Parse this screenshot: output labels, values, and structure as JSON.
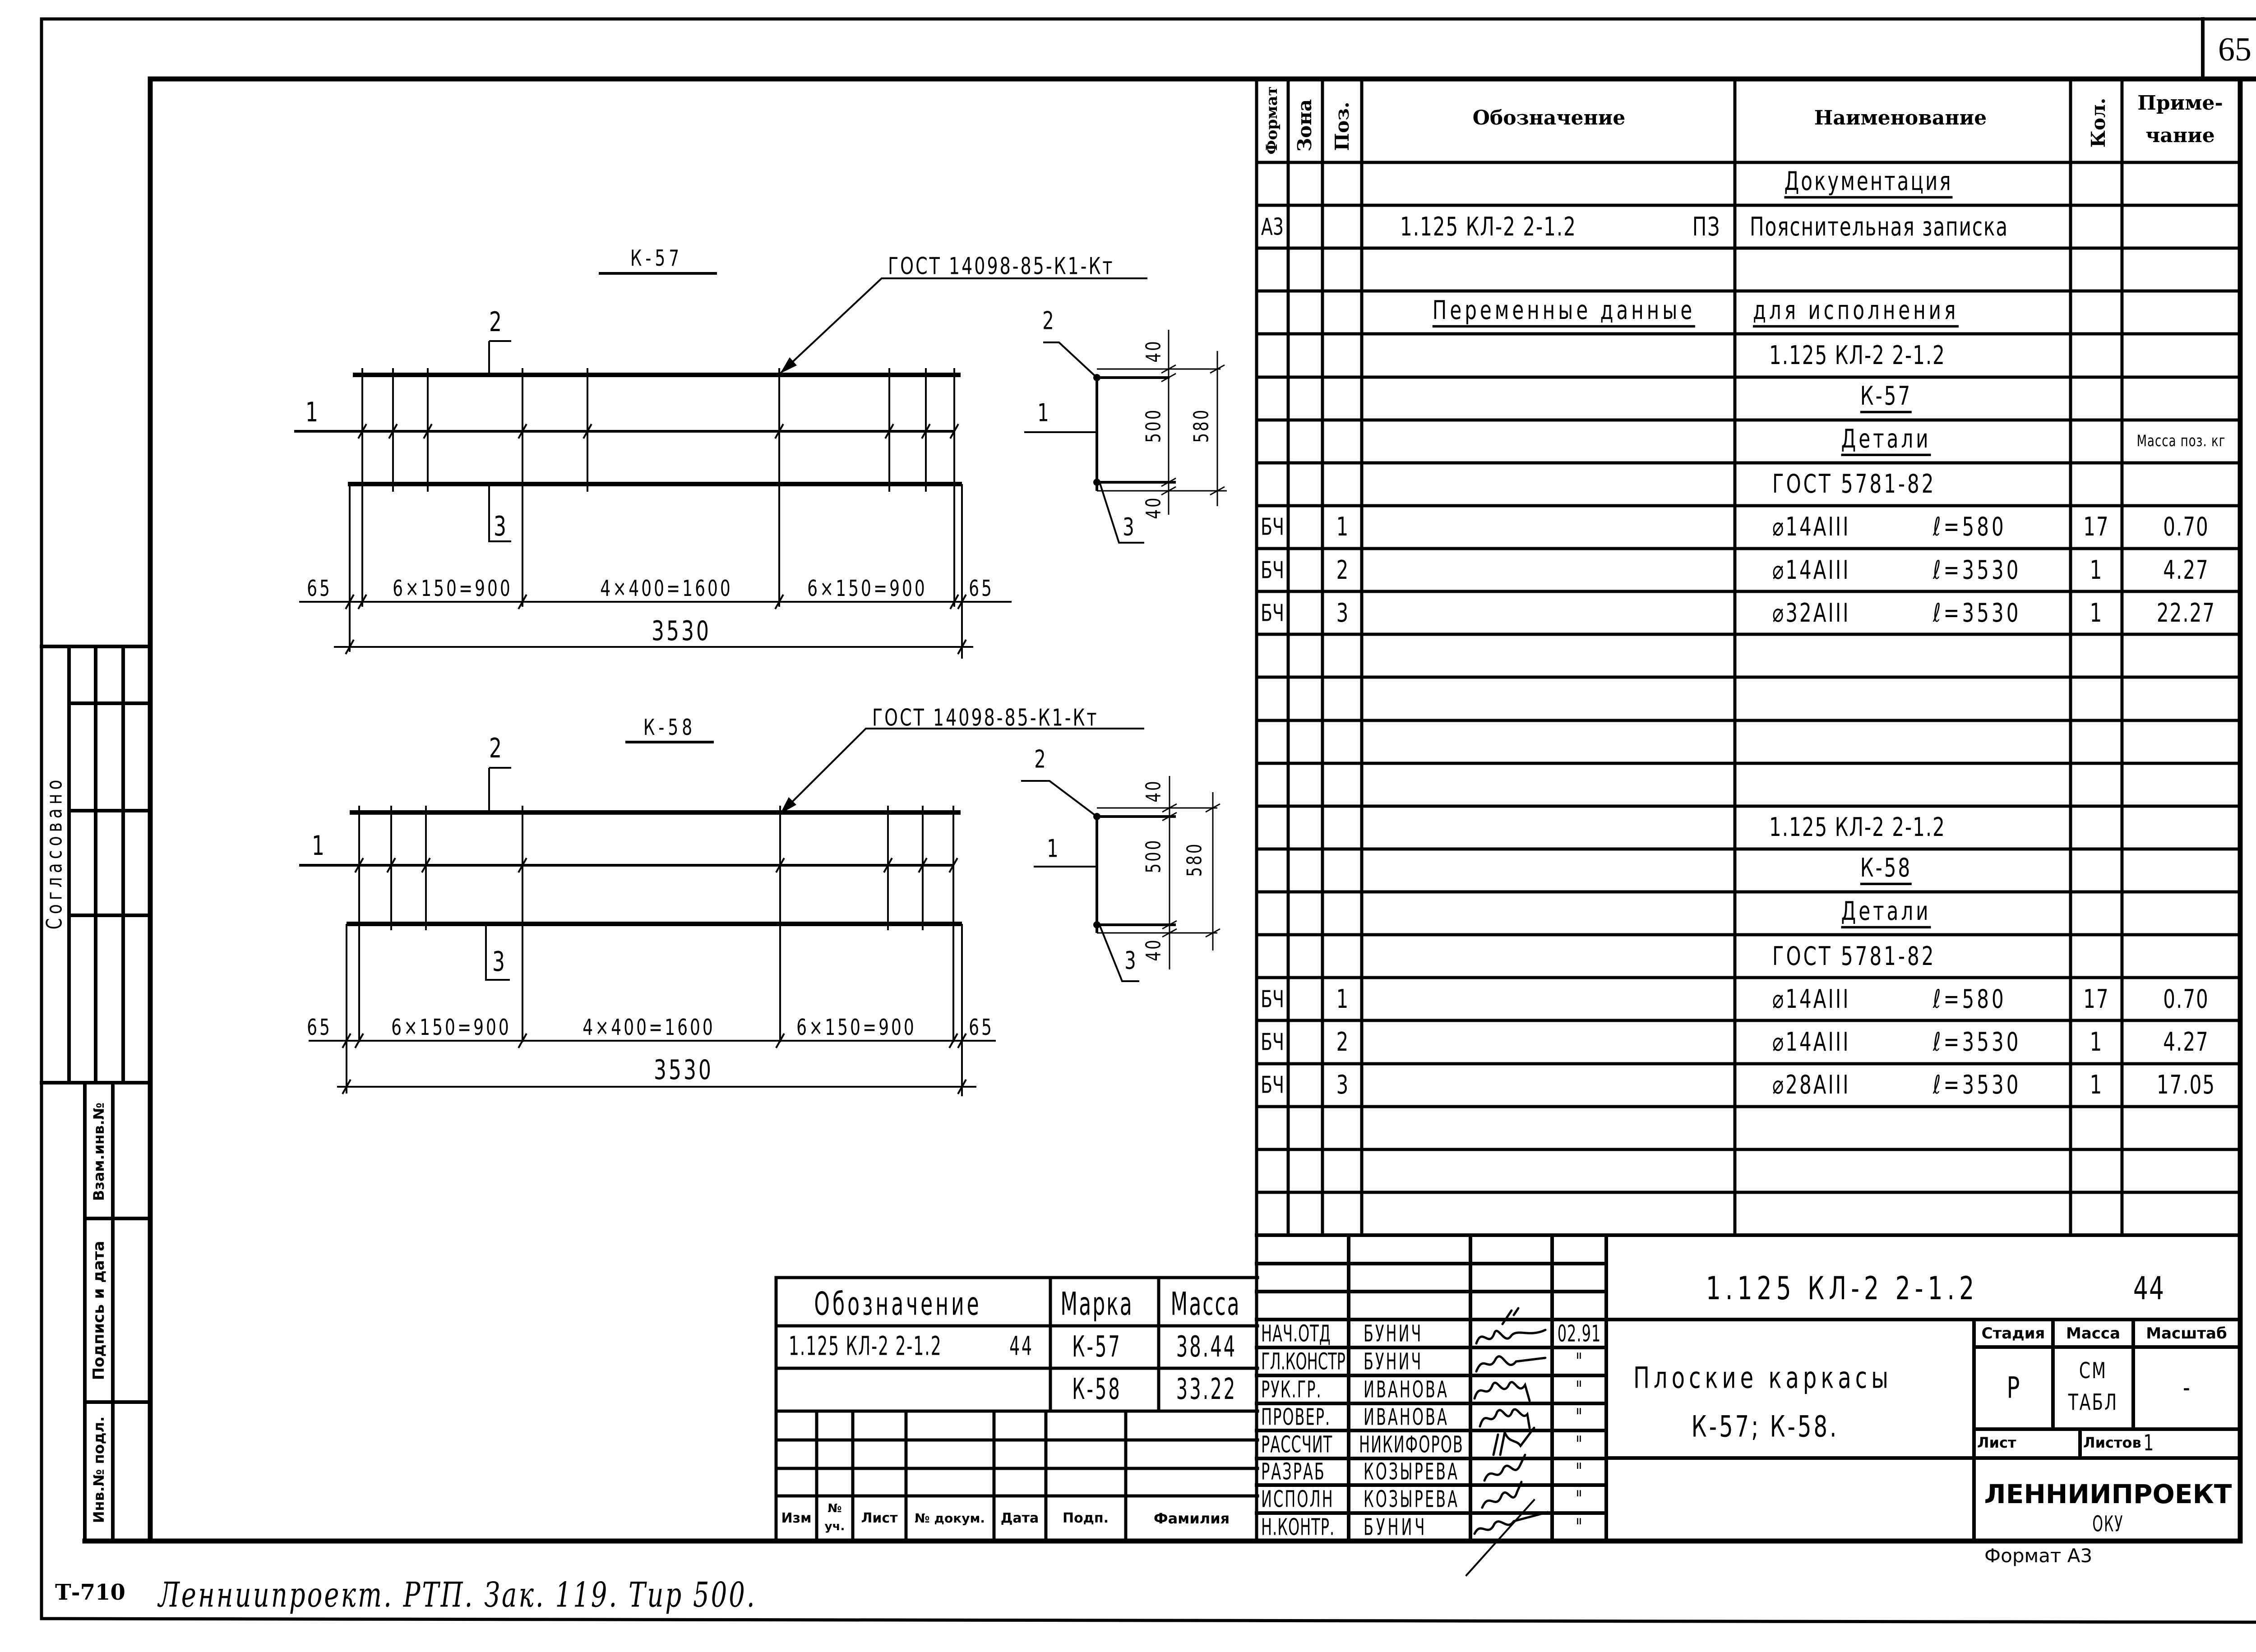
{
  "page_number": "65",
  "drawings": {
    "k57": {
      "title": "К-57",
      "weld_note": "ГОСТ 14098-85-К1-Кт",
      "elevation": {
        "pos_top": "2",
        "pos_middle": "1",
        "pos_bottom": "3",
        "dims": [
          "65",
          "6×150=900",
          "4×400=1600",
          "6×150=900",
          "65"
        ],
        "overall": "3530"
      },
      "section": {
        "pos_top": "2",
        "pos_middle": "1",
        "pos_bottom": "3",
        "cover_top": "40",
        "inner": "500",
        "overall": "580",
        "cover_bottom": "40"
      }
    },
    "k58": {
      "title": "К-58",
      "weld_note": "ГОСТ 14098-85-К1-Кт",
      "elevation": {
        "pos_top": "2",
        "pos_middle": "1",
        "pos_bottom": "3",
        "dims": [
          "65",
          "6×150=900",
          "4×400=1600",
          "6×150=900",
          "65"
        ],
        "overall": "3530"
      },
      "section": {
        "pos_top": "2",
        "pos_middle": "1",
        "pos_bottom": "3",
        "cover_top": "40",
        "inner": "500",
        "overall": "580",
        "cover_bottom": "40"
      }
    }
  },
  "spec_table": {
    "headers": {
      "format": "Формат",
      "zone": "Зона",
      "pos": "Поз.",
      "designation": "Обозначение",
      "name": "Наименование",
      "qty": "Кол.",
      "note_line1": "Приме-",
      "note_line2": "чание"
    },
    "rows": [
      {
        "name": "Документация"
      },
      {
        "format": "А3",
        "designation": "1.125 КЛ-2 2-1.2",
        "doc_code": "ПЗ",
        "name": "Пояснительная записка"
      },
      {},
      {
        "designation": "Переменные данные",
        "name": "для исполнения"
      },
      {
        "name": "1.125 КЛ-2 2-1.2"
      },
      {
        "name": "К-57"
      },
      {
        "name": "Детали",
        "note": "Масса поз. кг"
      },
      {
        "name": "ГОСТ 5781-82"
      },
      {
        "format": "БЧ",
        "pos": "1",
        "name": "⌀14АIII",
        "length": "ℓ=580",
        "qty": "17",
        "note": "0.70"
      },
      {
        "format": "БЧ",
        "pos": "2",
        "name": "⌀14АIII",
        "length": "ℓ=3530",
        "qty": "1",
        "note": "4.27"
      },
      {
        "format": "БЧ",
        "pos": "3",
        "name": "⌀32АIII",
        "length": "ℓ=3530",
        "qty": "1",
        "note": "22.27"
      },
      {},
      {},
      {},
      {},
      {
        "name": "1.125 КЛ-2 2-1.2"
      },
      {
        "name": "К-58"
      },
      {
        "name": "Детали"
      },
      {
        "name": "ГОСТ 5781-82"
      },
      {
        "format": "БЧ",
        "pos": "1",
        "name": "⌀14АIII",
        "length": "ℓ=580",
        "qty": "17",
        "note": "0.70"
      },
      {
        "format": "БЧ",
        "pos": "2",
        "name": "⌀14АIII",
        "length": "ℓ=3530",
        "qty": "1",
        "note": "4.27"
      },
      {
        "format": "БЧ",
        "pos": "3",
        "name": "⌀28АIII",
        "length": "ℓ=3530",
        "qty": "1",
        "note": "17.05"
      },
      {},
      {},
      {}
    ]
  },
  "mass_table": {
    "headers": {
      "designation": "Обозначение",
      "mark": "Марка",
      "mass": "Масса"
    },
    "rows": [
      {
        "designation": "1.125 КЛ-2 2-1.2",
        "sheet": "44",
        "mark": "К-57",
        "mass": "38.44"
      },
      {
        "mark": "К-58",
        "mass": "33.22"
      }
    ]
  },
  "revision_table": {
    "headers": {
      "change": "Изм",
      "count_line1": "№",
      "count_line2": "уч.",
      "sheet": "Лист",
      "doc_no": "№ докум.",
      "date": "Дата",
      "signature": "Подп.",
      "surname": "Фамилия"
    }
  },
  "title_block": {
    "designation": "1.125 КЛ-2 2-1.2",
    "sheet_code": "44",
    "title_line1": "Плоские каркасы",
    "title_line2": "К-57; К-58.",
    "stage_label": "Стадия",
    "mass_label": "Масса",
    "scale_label": "Масштаб",
    "stage": "Р",
    "mass_line1": "СМ",
    "mass_line2": "ТАБЛ",
    "scale": "-",
    "sheet_label": "Лист",
    "sheets_label": "Листов",
    "sheets_count": "1",
    "organization": "ЛЕННИИПРОЕКТ",
    "department": "ОКУ",
    "signatures": [
      {
        "role": "НАЧ.ОТД",
        "name": "БУНИЧ",
        "date": "02.91"
      },
      {
        "role": "ГЛ.КОНСТР",
        "name": "БУНИЧ",
        "date": "\""
      },
      {
        "role": "РУК.ГР.",
        "name": "ИВАНОВА",
        "date": "\""
      },
      {
        "role": "ПРОВЕР.",
        "name": "ИВАНОВА",
        "date": "\""
      },
      {
        "role": "РАССЧИТ",
        "name": "НИКИФОРОВ",
        "date": "\""
      },
      {
        "role": "РАЗРАБ",
        "name": "КОЗЫРЕВА",
        "date": "\""
      },
      {
        "role": "ИСПОЛН",
        "name": "КОЗЫРЕВА",
        "date": "\""
      },
      {
        "role": "Н.КОНТР.",
        "name": "БУНИЧ",
        "date": "\""
      }
    ]
  },
  "format_label": "Формат А3",
  "side_stamps": {
    "agreed": "Согласовано",
    "replaced_inv": "Взам.инв.№",
    "sign_date": "Подпись и дата",
    "inv_original": "Инв.№ подл."
  },
  "footer": {
    "form_code": "Т-710",
    "print_note": "Ленниипроект. РТП. Зак. 119. Тир 500."
  }
}
